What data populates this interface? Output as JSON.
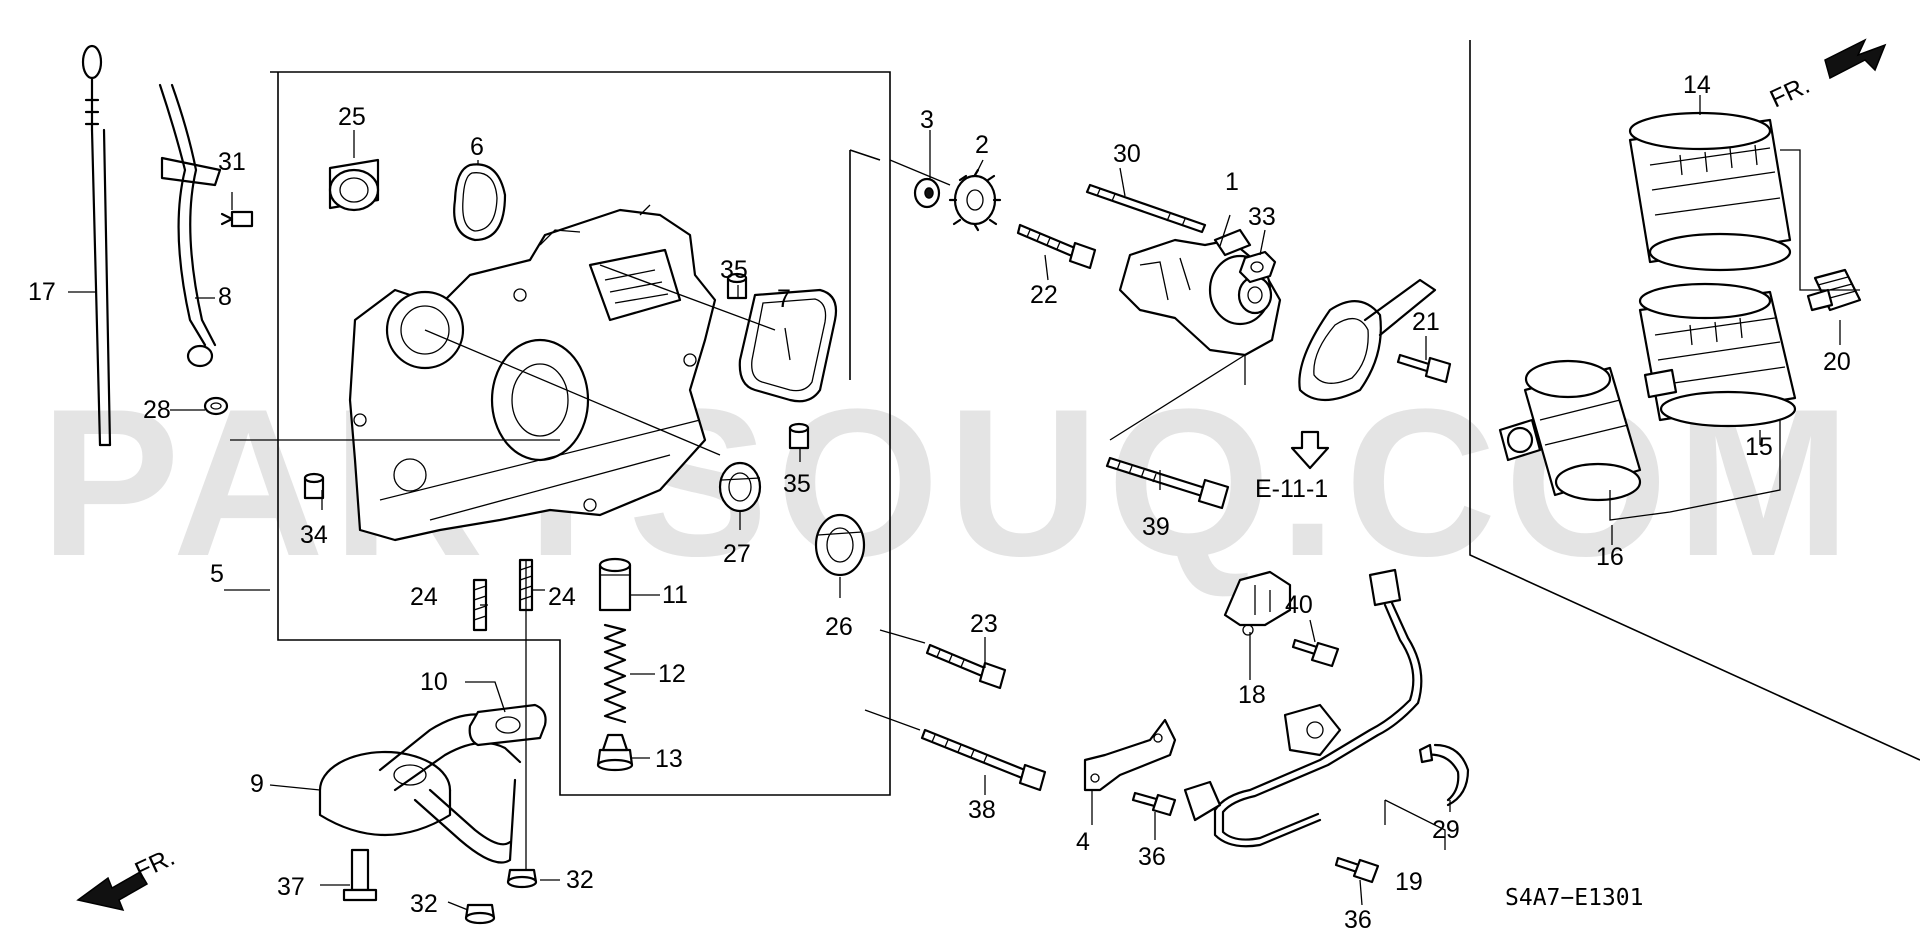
{
  "watermark": "PARTSOUQ.COM",
  "diagram_code": "S4A7−E1301",
  "reference": {
    "label": "E-11-1",
    "icon": "hollow-down-arrow-icon"
  },
  "direction_labels": [
    "FR.",
    "FR."
  ],
  "callouts": {
    "p1": "1",
    "p2": "2",
    "p3": "3",
    "p4": "4",
    "p5": "5",
    "p6": "6",
    "p7": "7",
    "p8": "8",
    "p9": "9",
    "p10": "10",
    "p11": "11",
    "p12": "12",
    "p13": "13",
    "p14": "14",
    "p15": "15",
    "p16": "16",
    "p17": "17",
    "p18": "18",
    "p19": "19",
    "p20": "20",
    "p21": "21",
    "p22": "22",
    "p23": "23",
    "p24a": "24",
    "p24b": "24",
    "p25": "25",
    "p26": "26",
    "p27": "27",
    "p28": "28",
    "p29": "29",
    "p30": "30",
    "p31": "31",
    "p32a": "32",
    "p32b": "32",
    "p33": "33",
    "p34": "34",
    "p35a": "35",
    "p35b": "35",
    "p36a": "36",
    "p36b": "36",
    "p37": "37",
    "p38": "38",
    "p39": "39",
    "p40": "40"
  }
}
